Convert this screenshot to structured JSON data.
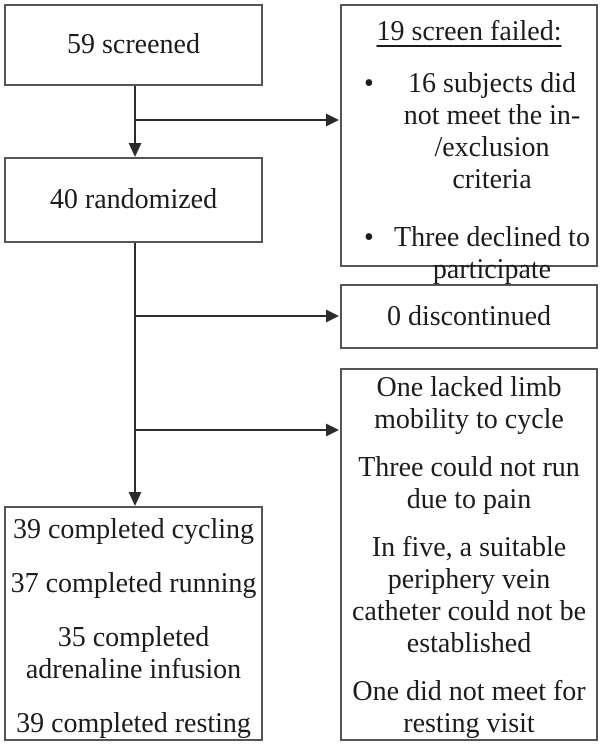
{
  "boxes": {
    "screened": {
      "label": "59 screened"
    },
    "randomized": {
      "label": "40 randomized"
    },
    "screen_failed": {
      "heading": "19 screen failed:",
      "bullet_glyph": "•",
      "bullets": [
        "16 subjects did\nnot meet the in-\n/exclusion criteria",
        "Three declined to\nparticipate"
      ]
    },
    "discontinued": {
      "label": "0 discontinued"
    },
    "non_completion_reasons": {
      "paragraphs": [
        "One lacked limb\nmobility to cycle",
        "Three could not run\ndue to pain",
        "In five, a suitable\nperiphery vein\ncatheter could not be\nestablished",
        "One did not meet for\nresting visit"
      ]
    },
    "completed": {
      "lines": [
        "39 completed cycling",
        "37 completed running",
        "35 completed\nadrenaline infusion",
        "39 completed resting"
      ]
    }
  },
  "colors": {
    "box_border": "#555555",
    "arrow": "#2b2b2b",
    "text": "#1c1c1c",
    "background": "#ffffff"
  }
}
